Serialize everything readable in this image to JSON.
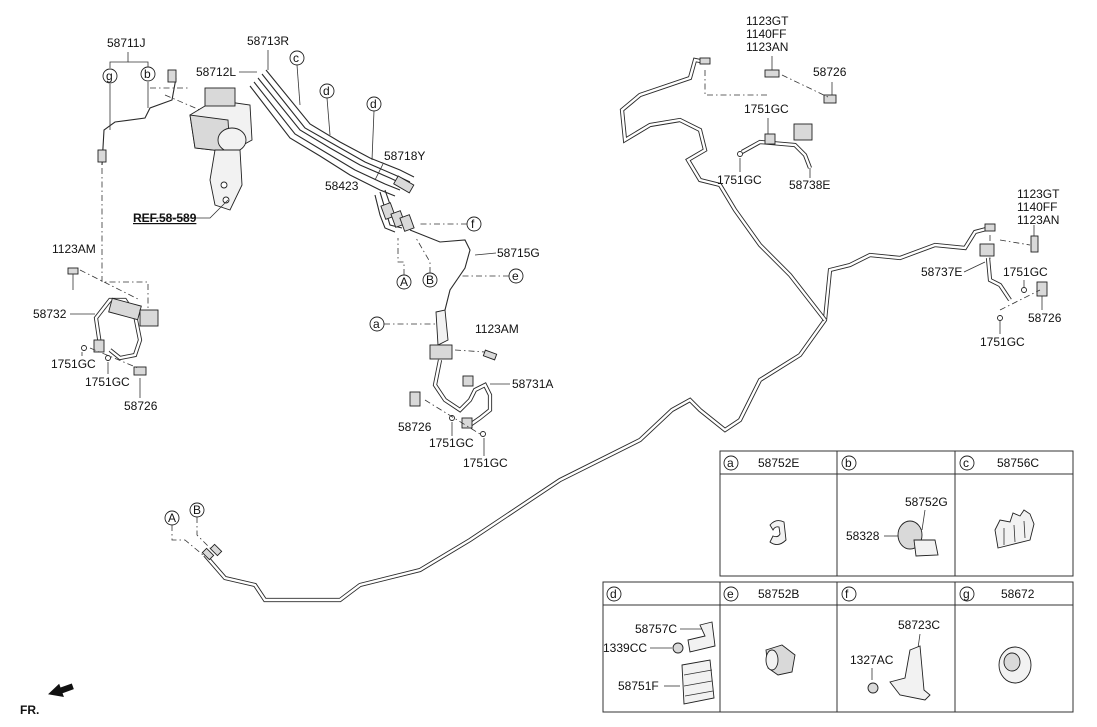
{
  "labels": {
    "p58711J": "58711J",
    "p58713R": "58713R",
    "p58712L": "58712L",
    "p58718Y": "58718Y",
    "p58423": "58423",
    "ref": "REF.58-589",
    "p1123AM_l": "1123AM",
    "p58732": "58732",
    "p1751GC_l1": "1751GC",
    "p1751GC_l2": "1751GC",
    "p58726_l": "58726",
    "p58715G": "58715G",
    "p1123AM_c": "1123AM",
    "p58731A": "58731A",
    "p58726_c": "58726",
    "p1751GC_c1": "1751GC",
    "p1751GC_c2": "1751GC",
    "tr_1123GT": "1123GT",
    "tr_1140FF": "1140FF",
    "tr_1123AN": "1123AN",
    "p58726_tr": "58726",
    "p1751GC_tr1": "1751GC",
    "p1751GC_tr2": "1751GC",
    "p58738E": "58738E",
    "r_1123GT": "1123GT",
    "r_1140FF": "1140FF",
    "r_1123AN": "1123AN",
    "p58737E": "58737E",
    "p1751GC_r1": "1751GC",
    "p58726_r": "58726",
    "p1751GC_r2": "1751GC",
    "fr": "FR."
  },
  "callouts": {
    "g": "g",
    "b": "b",
    "c": "c",
    "d1": "d",
    "d2": "d",
    "f": "f",
    "e": "e",
    "a": "a",
    "A": "A",
    "B": "B"
  },
  "table": {
    "cells": [
      {
        "letter": "a",
        "code": "58752E"
      },
      {
        "letter": "b",
        "code": "58752G"
      },
      {
        "letter": "c",
        "code": "58756C"
      },
      {
        "letter": "d",
        "code": ""
      },
      {
        "letter": "e",
        "code": "58752B"
      },
      {
        "letter": "f",
        "code": "58723C"
      },
      {
        "letter": "g",
        "code": "58672"
      }
    ],
    "sub": {
      "b_58328": "58328",
      "d_58757C": "58757C",
      "d_1339CC": "1339CC",
      "d_58751F": "58751F",
      "f_58723C": "58723C",
      "f_1327AC": "1327AC"
    }
  },
  "bottom_callouts": {
    "A": "A",
    "B": "B"
  }
}
